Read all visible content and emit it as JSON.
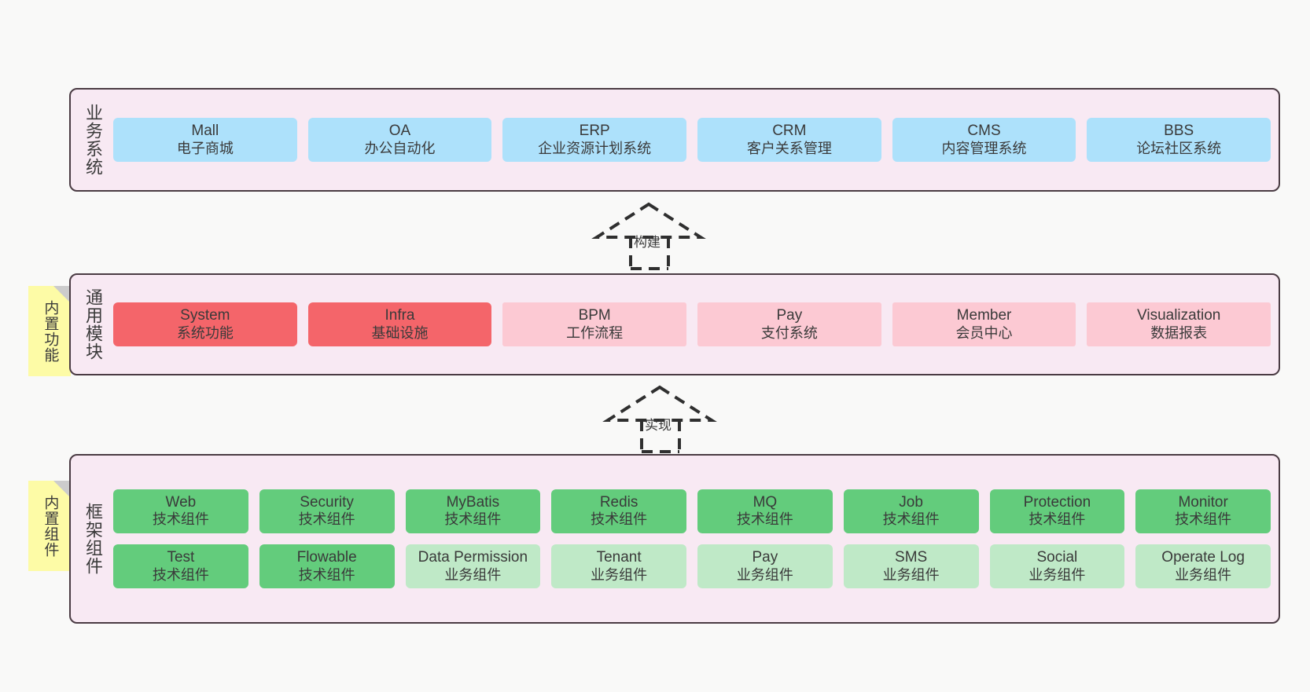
{
  "diagram": {
    "background_color": "#f9f9f8",
    "panel_color": "#f8e9f3",
    "panel_border_color": "#4a3b43"
  },
  "layers": [
    {
      "id": "business-system",
      "title": "业务系统",
      "node_color": "#ade1fb",
      "rows": [
        {
          "nodes": [
            {
              "en": "Mall",
              "cn": "电子商城",
              "style": "blue"
            },
            {
              "en": "OA",
              "cn": "办公自动化",
              "style": "blue"
            },
            {
              "en": "ERP",
              "cn": "企业资源计划系统",
              "style": "blue"
            },
            {
              "en": "CRM",
              "cn": "客户关系管理",
              "style": "blue"
            },
            {
              "en": "CMS",
              "cn": "内容管理系统",
              "style": "blue"
            },
            {
              "en": "BBS",
              "cn": "论坛社区系统",
              "style": "blue"
            }
          ]
        }
      ]
    },
    {
      "id": "common-module",
      "title": "通用模块",
      "sticky": "内置功能",
      "rows": [
        {
          "nodes": [
            {
              "en": "System",
              "cn": "系统功能",
              "style": "red"
            },
            {
              "en": "Infra",
              "cn": "基础设施",
              "style": "red"
            },
            {
              "en": "BPM",
              "cn": "工作流程",
              "style": "pinklite"
            },
            {
              "en": "Pay",
              "cn": "支付系统",
              "style": "pinklite"
            },
            {
              "en": "Member",
              "cn": "会员中心",
              "style": "pinklite"
            },
            {
              "en": "Visualization",
              "cn": "数据报表",
              "style": "pinklite"
            }
          ]
        }
      ]
    },
    {
      "id": "framework-component",
      "title": "框架组件",
      "sticky": "内置组件",
      "rows": [
        {
          "nodes": [
            {
              "en": "Web",
              "cn": "技术组件",
              "style": "green"
            },
            {
              "en": "Security",
              "cn": "技术组件",
              "style": "green"
            },
            {
              "en": "MyBatis",
              "cn": "技术组件",
              "style": "green"
            },
            {
              "en": "Redis",
              "cn": "技术组件",
              "style": "green"
            },
            {
              "en": "MQ",
              "cn": "技术组件",
              "style": "green"
            },
            {
              "en": "Job",
              "cn": "技术组件",
              "style": "green"
            },
            {
              "en": "Protection",
              "cn": "技术组件",
              "style": "green"
            },
            {
              "en": "Monitor",
              "cn": "技术组件",
              "style": "green"
            }
          ]
        },
        {
          "nodes": [
            {
              "en": "Test",
              "cn": "技术组件",
              "style": "green"
            },
            {
              "en": "Flowable",
              "cn": "技术组件",
              "style": "green"
            },
            {
              "en": "Data Permission",
              "cn": "业务组件",
              "style": "greenlite"
            },
            {
              "en": "Tenant",
              "cn": "业务组件",
              "style": "greenlite"
            },
            {
              "en": "Pay",
              "cn": "业务组件",
              "style": "greenlite"
            },
            {
              "en": "SMS",
              "cn": "业务组件",
              "style": "greenlite"
            },
            {
              "en": "Social",
              "cn": "业务组件",
              "style": "greenlite"
            },
            {
              "en": "Operate Log",
              "cn": "业务组件",
              "style": "greenlite"
            }
          ]
        }
      ]
    }
  ],
  "connectors": [
    {
      "id": "build",
      "label": "构建"
    },
    {
      "id": "implement",
      "label": "实现"
    }
  ]
}
